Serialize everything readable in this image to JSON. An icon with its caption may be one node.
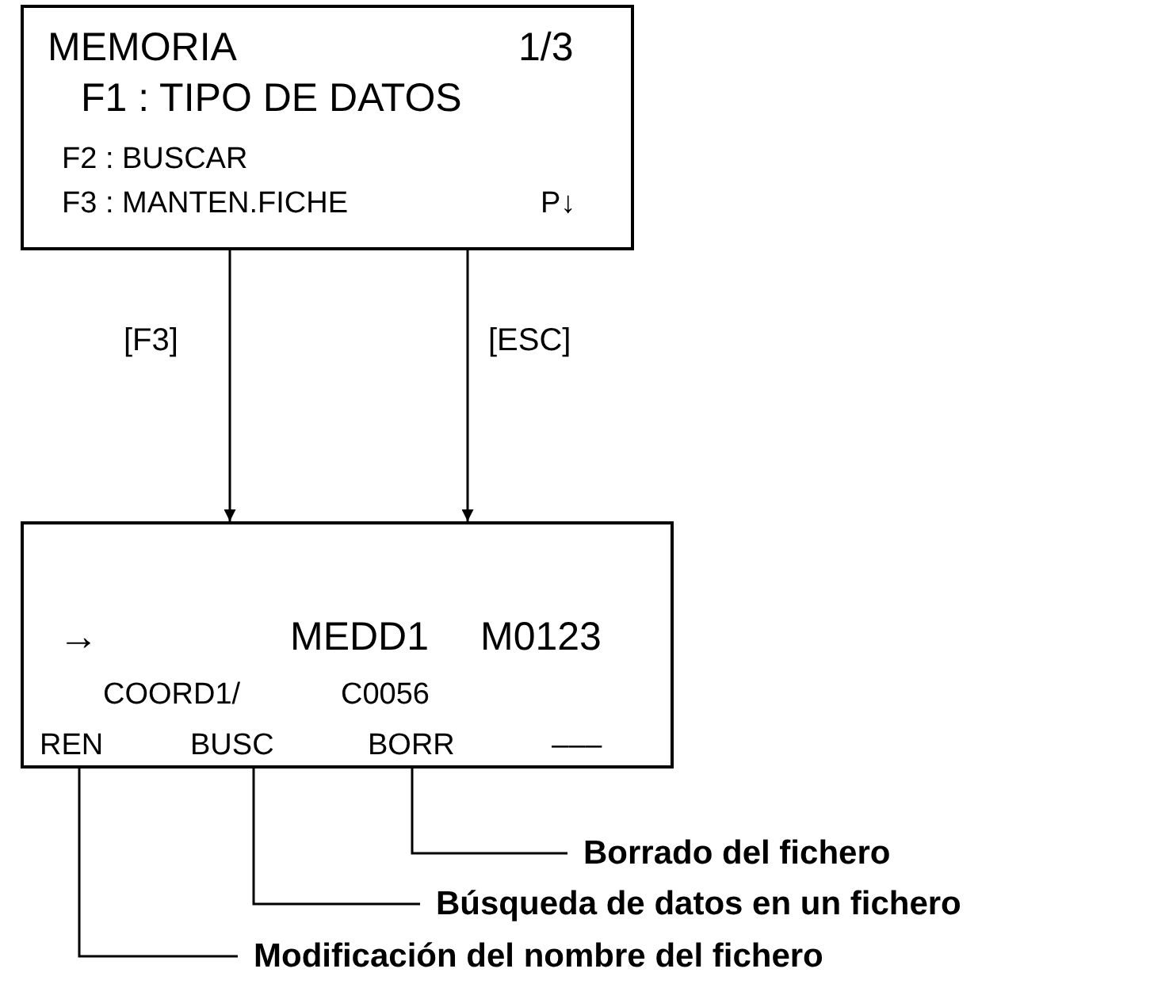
{
  "diagram": {
    "nodes": [
      {
        "text": [
          "MEMORIA",
          "1/3",
          "F1 : TIPO DE DATOS",
          "F2 : BUSCAR",
          "F3 : MANTEN.FICHE",
          "P↓"
        ]
      },
      {
        "text": [
          "→",
          "MEDD1",
          "M0123",
          "COORD1/",
          "C0056"
        ]
      },
      {
        "text": [
          "REN"
        ],
        "in": 1
      },
      {
        "text": [
          "BUSC"
        ],
        "in": 1
      },
      {
        "text": [
          "BORR"
        ],
        "in": 1
      },
      {
        "text": [
          "–––"
        ],
        "in": 1
      },
      {
        "text": [
          "Borrado del fichero"
        ]
      },
      {
        "text": [
          "Búsqueda de datos en un fichero"
        ]
      },
      {
        "text": [
          "Modificación del nombre del fichero"
        ]
      }
    ],
    "edges": [
      {
        "from": 0,
        "to": 1,
        "arrow": "to",
        "label": "[F3]"
      },
      {
        "from": 0,
        "to": 1,
        "arrow": "to",
        "label": "[ESC]"
      },
      {
        "from": 6,
        "to": 4,
        "arrow": "none"
      },
      {
        "from": 7,
        "to": 3,
        "arrow": "none"
      },
      {
        "from": 8,
        "to": 2,
        "arrow": "none"
      }
    ]
  }
}
